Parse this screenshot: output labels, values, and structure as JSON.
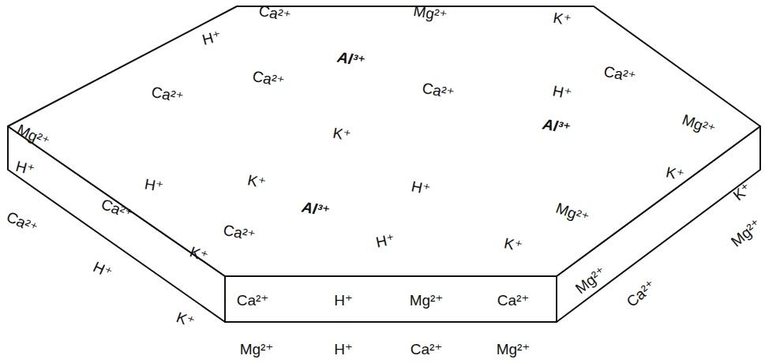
{
  "diagram": {
    "labels": [
      "H⁺",
      "Ca²⁺",
      "Mg²⁺",
      "K⁺",
      "Ca²⁺",
      "Ca²⁺",
      "Al³⁺",
      "Ca²⁺",
      "H⁺",
      "Ca²⁺",
      "Mg²⁺",
      "K⁺",
      "Al³⁺",
      "Mg²⁺",
      "H⁺",
      "K⁺",
      "H⁺",
      "K⁺",
      "Al³⁺",
      "Mg²⁺",
      "Ca²⁺",
      "H⁺",
      "K⁺",
      "H⁺",
      "Ca²⁺",
      "K⁺",
      "Ca²⁺",
      "H⁺",
      "Mg²⁺",
      "Ca²⁺",
      "Mg²⁺",
      "K⁺",
      "Ca²⁺",
      "H⁺",
      "K⁺",
      "Mg²⁺",
      "H⁺",
      "Ca²⁺",
      "Mg²⁺",
      "Mg²⁺",
      "Ca²⁺"
    ]
  }
}
